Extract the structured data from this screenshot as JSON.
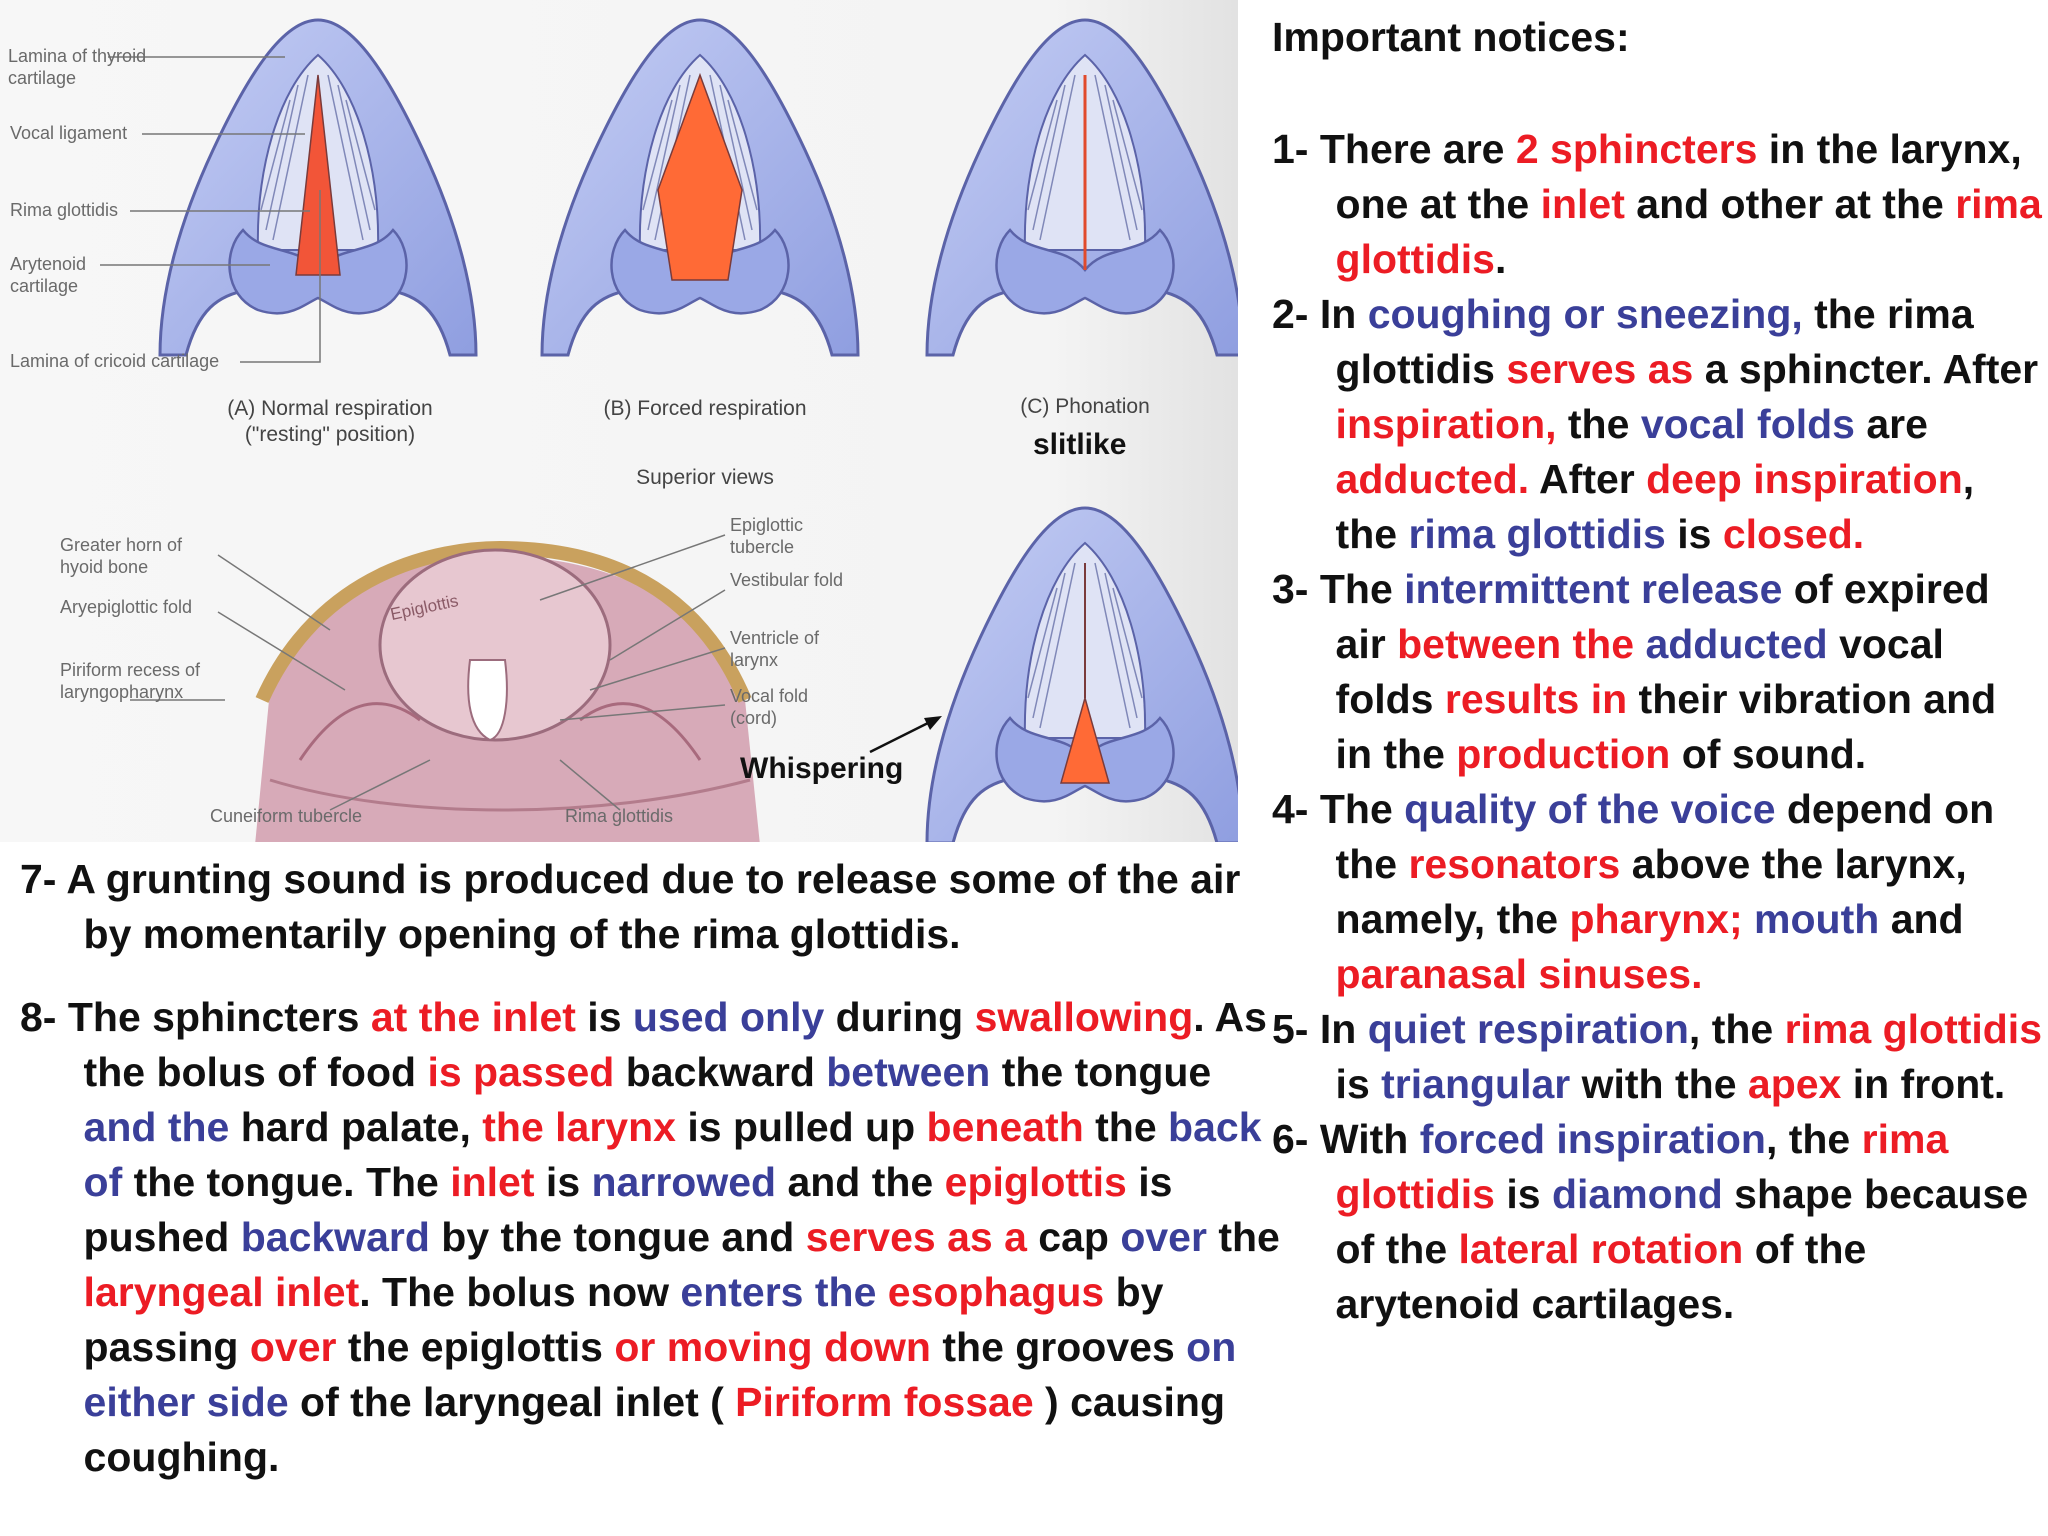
{
  "figure": {
    "labels": {
      "lamina_thyroid": "Lamina of thyroid cartilage",
      "vocal_ligament": "Vocal ligament",
      "rima_glottidis": "Rima glottidis",
      "arytenoid": "Arytenoid cartilage",
      "lamina_cricoid": "Lamina of cricoid cartilage"
    },
    "captions": {
      "a_line1": "(A) Normal respiration",
      "a_line2": "(\"resting\" position)",
      "b": "(B) Forced respiration",
      "c": "(C) Phonation",
      "superior": "Superior views",
      "slitlike": "slitlike",
      "whispering": "Whispering"
    },
    "lower_labels": {
      "greater_horn": "Greater horn of hyoid bone",
      "aryepiglottic": "Aryepiglottic fold",
      "piriform": "Piriform recess of laryngopharynx",
      "epiglottic_tubercle": "Epiglottic tubercle",
      "vestibular": "Vestibular fold",
      "ventricle": "Ventricle of larynx",
      "vocal_fold": "Vocal fold (cord)",
      "cuneiform": "Cuneiform tubercle",
      "rima": "Rima glottidis",
      "epiglottis_text": "Epiglottis"
    },
    "colors": {
      "cartilage": "#a7b4ec",
      "outline": "#5b63a8",
      "glottis": "#ff6a36",
      "fold": "#f3f3f7"
    }
  },
  "notes": {
    "title": "Important notices:",
    "items": [
      {
        "num": "1-",
        "spans": [
          {
            "t": "There are "
          },
          {
            "t": "2 sphincters",
            "c": "r"
          },
          {
            "t": " in the larynx, one at the "
          },
          {
            "t": "inlet",
            "c": "r"
          },
          {
            "t": " and other at the "
          },
          {
            "t": "rima glottidis",
            "c": "r"
          },
          {
            "t": "."
          }
        ]
      },
      {
        "num": "2-",
        "spans": [
          {
            "t": "In "
          },
          {
            "t": "coughing or sneezing,",
            "c": "b"
          },
          {
            "t": " the rima glottidis "
          },
          {
            "t": "serves as",
            "c": "r"
          },
          {
            "t": " a sphincter. After "
          },
          {
            "t": "inspiration,",
            "c": "r"
          },
          {
            "t": " the "
          },
          {
            "t": "vocal folds",
            "c": "b"
          },
          {
            "t": " are "
          },
          {
            "t": "adducted.",
            "c": "r"
          },
          {
            "t": " After "
          },
          {
            "t": "deep inspiration",
            "c": "r"
          },
          {
            "t": ", the "
          },
          {
            "t": "rima glottidis",
            "c": "b"
          },
          {
            "t": " is "
          },
          {
            "t": "closed.",
            "c": "r"
          }
        ]
      },
      {
        "num": "3-",
        "spans": [
          {
            "t": "The "
          },
          {
            "t": "intermittent release",
            "c": "b"
          },
          {
            "t": " of expired air "
          },
          {
            "t": "between the",
            "c": "r"
          },
          {
            "t": " "
          },
          {
            "t": "adducted",
            "c": "b"
          },
          {
            "t": " vocal folds "
          },
          {
            "t": "results in",
            "c": "r"
          },
          {
            "t": " their vibration and in the "
          },
          {
            "t": "production",
            "c": "r"
          },
          {
            "t": " of sound."
          }
        ]
      },
      {
        "num": "4-",
        "spans": [
          {
            "t": "The "
          },
          {
            "t": "quality of the voice",
            "c": "b"
          },
          {
            "t": " depend on the "
          },
          {
            "t": "resonators",
            "c": "r"
          },
          {
            "t": " above the larynx, namely, the "
          },
          {
            "t": "pharynx;",
            "c": "r"
          },
          {
            "t": " "
          },
          {
            "t": "mouth",
            "c": "b"
          },
          {
            "t": " and "
          },
          {
            "t": "paranasal sinuses.",
            "c": "r"
          }
        ]
      },
      {
        "num": "5-",
        "spans": [
          {
            "t": "In "
          },
          {
            "t": "quiet respiration",
            "c": "b"
          },
          {
            "t": ", the "
          },
          {
            "t": "rima glottidis",
            "c": "r"
          },
          {
            "t": " is "
          },
          {
            "t": "triangular",
            "c": "b"
          },
          {
            "t": " with the "
          },
          {
            "t": "apex",
            "c": "r"
          },
          {
            "t": " in front."
          }
        ]
      },
      {
        "num": "6-",
        "spans": [
          {
            "t": "With "
          },
          {
            "t": "forced inspiration",
            "c": "b"
          },
          {
            "t": ", the "
          },
          {
            "t": "rima glottidis",
            "c": "r"
          },
          {
            "t": " is "
          },
          {
            "t": "diamond",
            "c": "b"
          },
          {
            "t": " shape because of the "
          },
          {
            "t": "lateral rotation",
            "c": "r"
          },
          {
            "t": " of the arytenoid cartilages."
          }
        ]
      }
    ]
  },
  "bottom": {
    "item7": {
      "num": "7-",
      "spans": [
        {
          "t": "A grunting sound is produced due to release some of the air by momentarily opening of the rima glottidis."
        }
      ]
    },
    "item8": {
      "num": "8-",
      "spans": [
        {
          "t": "The sphincters "
        },
        {
          "t": "at the inlet",
          "c": "r"
        },
        {
          "t": " is "
        },
        {
          "t": "used only",
          "c": "b"
        },
        {
          "t": " during "
        },
        {
          "t": "swallowing",
          "c": "r"
        },
        {
          "t": ". As the bolus of food "
        },
        {
          "t": "is passed",
          "c": "r"
        },
        {
          "t": " backward "
        },
        {
          "t": "between",
          "c": "b"
        },
        {
          "t": " the tongue "
        },
        {
          "t": "and the",
          "c": "b"
        },
        {
          "t": " hard palate, "
        },
        {
          "t": "the larynx",
          "c": "r"
        },
        {
          "t": " is pulled up "
        },
        {
          "t": "beneath",
          "c": "r"
        },
        {
          "t": " the "
        },
        {
          "t": "back of",
          "c": "b"
        },
        {
          "t": " the tongue. The "
        },
        {
          "t": "inlet",
          "c": "r"
        },
        {
          "t": " is "
        },
        {
          "t": "narrowed",
          "c": "b"
        },
        {
          "t": " and the "
        },
        {
          "t": "epiglottis",
          "c": "r"
        },
        {
          "t": " is pushed "
        },
        {
          "t": "backward",
          "c": "b"
        },
        {
          "t": " by the tongue and "
        },
        {
          "t": "serves as a",
          "c": "r"
        },
        {
          "t": " cap "
        },
        {
          "t": "over",
          "c": "b"
        },
        {
          "t": " the "
        },
        {
          "t": "laryngeal inlet",
          "c": "r"
        },
        {
          "t": ". The bolus now "
        },
        {
          "t": "enters the",
          "c": "b"
        },
        {
          "t": " "
        },
        {
          "t": "esophagus",
          "c": "r"
        },
        {
          "t": " by passing "
        },
        {
          "t": "over",
          "c": "r"
        },
        {
          "t": " the epiglottis "
        },
        {
          "t": "or moving down",
          "c": "r"
        },
        {
          "t": " the grooves "
        },
        {
          "t": "on either side",
          "c": "b"
        },
        {
          "t": " of the laryngeal inlet ( "
        },
        {
          "t": "Piriform fossae",
          "c": "r"
        },
        {
          "t": " ) causing coughing."
        }
      ]
    }
  }
}
